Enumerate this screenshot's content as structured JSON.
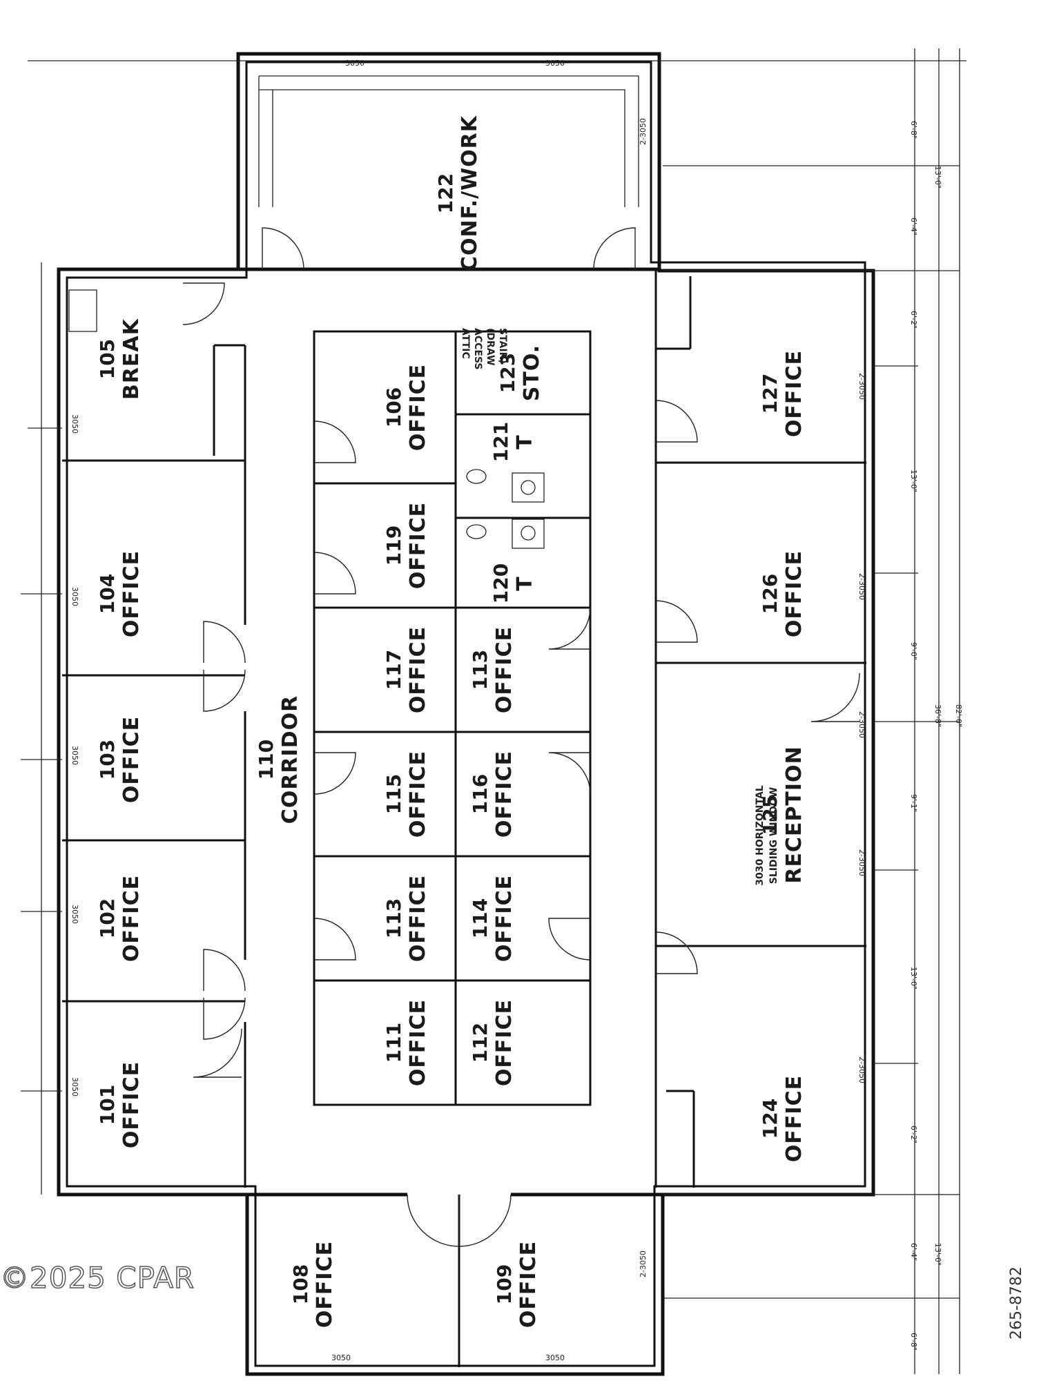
{
  "rooms": [
    {
      "id": "r101",
      "num": "101",
      "label": "OFFICE"
    },
    {
      "id": "r102",
      "num": "102",
      "label": "OFFICE"
    },
    {
      "id": "r103",
      "num": "103",
      "label": "OFFICE"
    },
    {
      "id": "r104",
      "num": "104",
      "label": "OFFICE"
    },
    {
      "id": "r105",
      "num": "105",
      "label": "BREAK"
    },
    {
      "id": "r106",
      "num": "106",
      "label": "OFFICE"
    },
    {
      "id": "r108",
      "num": "108",
      "label": "OFFICE"
    },
    {
      "id": "r109",
      "num": "109",
      "label": "OFFICE"
    },
    {
      "id": "r110",
      "num": "110",
      "label": "CORRIDOR"
    },
    {
      "id": "r111",
      "num": "111",
      "label": "OFFICE"
    },
    {
      "id": "r112",
      "num": "112",
      "label": "OFFICE"
    },
    {
      "id": "r113a",
      "num": "113",
      "label": "OFFICE"
    },
    {
      "id": "r114",
      "num": "114",
      "label": "OFFICE"
    },
    {
      "id": "r115",
      "num": "115",
      "label": "OFFICE"
    },
    {
      "id": "r116",
      "num": "116",
      "label": "OFFICE"
    },
    {
      "id": "r117",
      "num": "117",
      "label": "OFFICE"
    },
    {
      "id": "r113b",
      "num": "113",
      "label": "OFFICE"
    },
    {
      "id": "r119",
      "num": "119",
      "label": "OFFICE"
    },
    {
      "id": "r120",
      "num": "120",
      "label": "T"
    },
    {
      "id": "r121",
      "num": "121",
      "label": "T"
    },
    {
      "id": "r123",
      "num": "123",
      "label": "STO."
    },
    {
      "id": "r122",
      "num": "122",
      "label": "CONF./WORK"
    },
    {
      "id": "r124",
      "num": "124",
      "label": "OFFICE"
    },
    {
      "id": "r125",
      "num": "125",
      "label": "RECEPTION"
    },
    {
      "id": "r126",
      "num": "126",
      "label": "OFFICE"
    },
    {
      "id": "r127",
      "num": "127",
      "label": "OFFICE"
    }
  ],
  "notes": {
    "attic1": "ATTIC",
    "attic2": "ACCESS",
    "attic3": "(DRAW",
    "attic4": "STAIR)",
    "window1": "3030 HORIZONTAL",
    "window2": "SLIDING WINDOW"
  },
  "dims": {
    "d1": "6'-8\"",
    "d2": "13'-0\"",
    "d3": "6'-4\"",
    "d4": "6'-2\"",
    "d5": "13'-0\"",
    "d6": "9'-0\"",
    "d7": "36'-8\"",
    "d8": "82'-0\"",
    "d9": "9'-1\"",
    "d10": "13'-0\"",
    "d11": "6'-2\"",
    "d12": "6'-4\"",
    "d13": "13'-0\"",
    "d14": "6'-8\"",
    "w1": "3050",
    "w2": "3050",
    "w3": "2-3050",
    "w4": "2-3050",
    "w5": "2-3050",
    "w6": "2-3050",
    "w7": "2-3050",
    "w8": "2-3050",
    "w9": "3050",
    "w10": "3050",
    "w11": "3050",
    "w12": "3050",
    "w13": "3050",
    "w14": "3050",
    "w15": "3050",
    "w16": "2-3050"
  },
  "footer": {
    "copyright": "©2025 CPAR",
    "code": "265-8782"
  }
}
